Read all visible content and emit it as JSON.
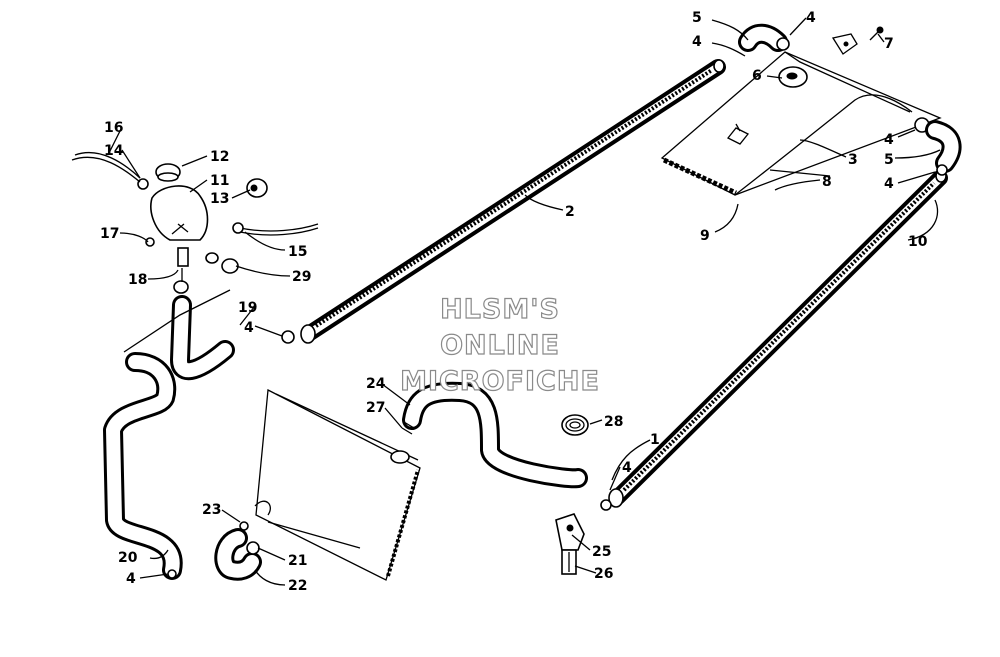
{
  "watermark": {
    "line1": "HLSM'S",
    "line2": "ONLINE",
    "line3": "MICROFICHE"
  },
  "callouts": {
    "c1": "1",
    "c2": "2",
    "c3": "3",
    "c4": "4",
    "c5": "5",
    "c6": "6",
    "c7": "7",
    "c8": "8",
    "c9": "9",
    "c10": "10",
    "c11": "11",
    "c12": "12",
    "c13": "13",
    "c14": "14",
    "c15": "15",
    "c16": "16",
    "c17": "17",
    "c18": "18",
    "c19": "19",
    "c20": "20",
    "c21": "21",
    "c22": "22",
    "c23": "23",
    "c24": "24",
    "c25": "25",
    "c26": "26",
    "c27": "27",
    "c28": "28",
    "c29": "29"
  }
}
